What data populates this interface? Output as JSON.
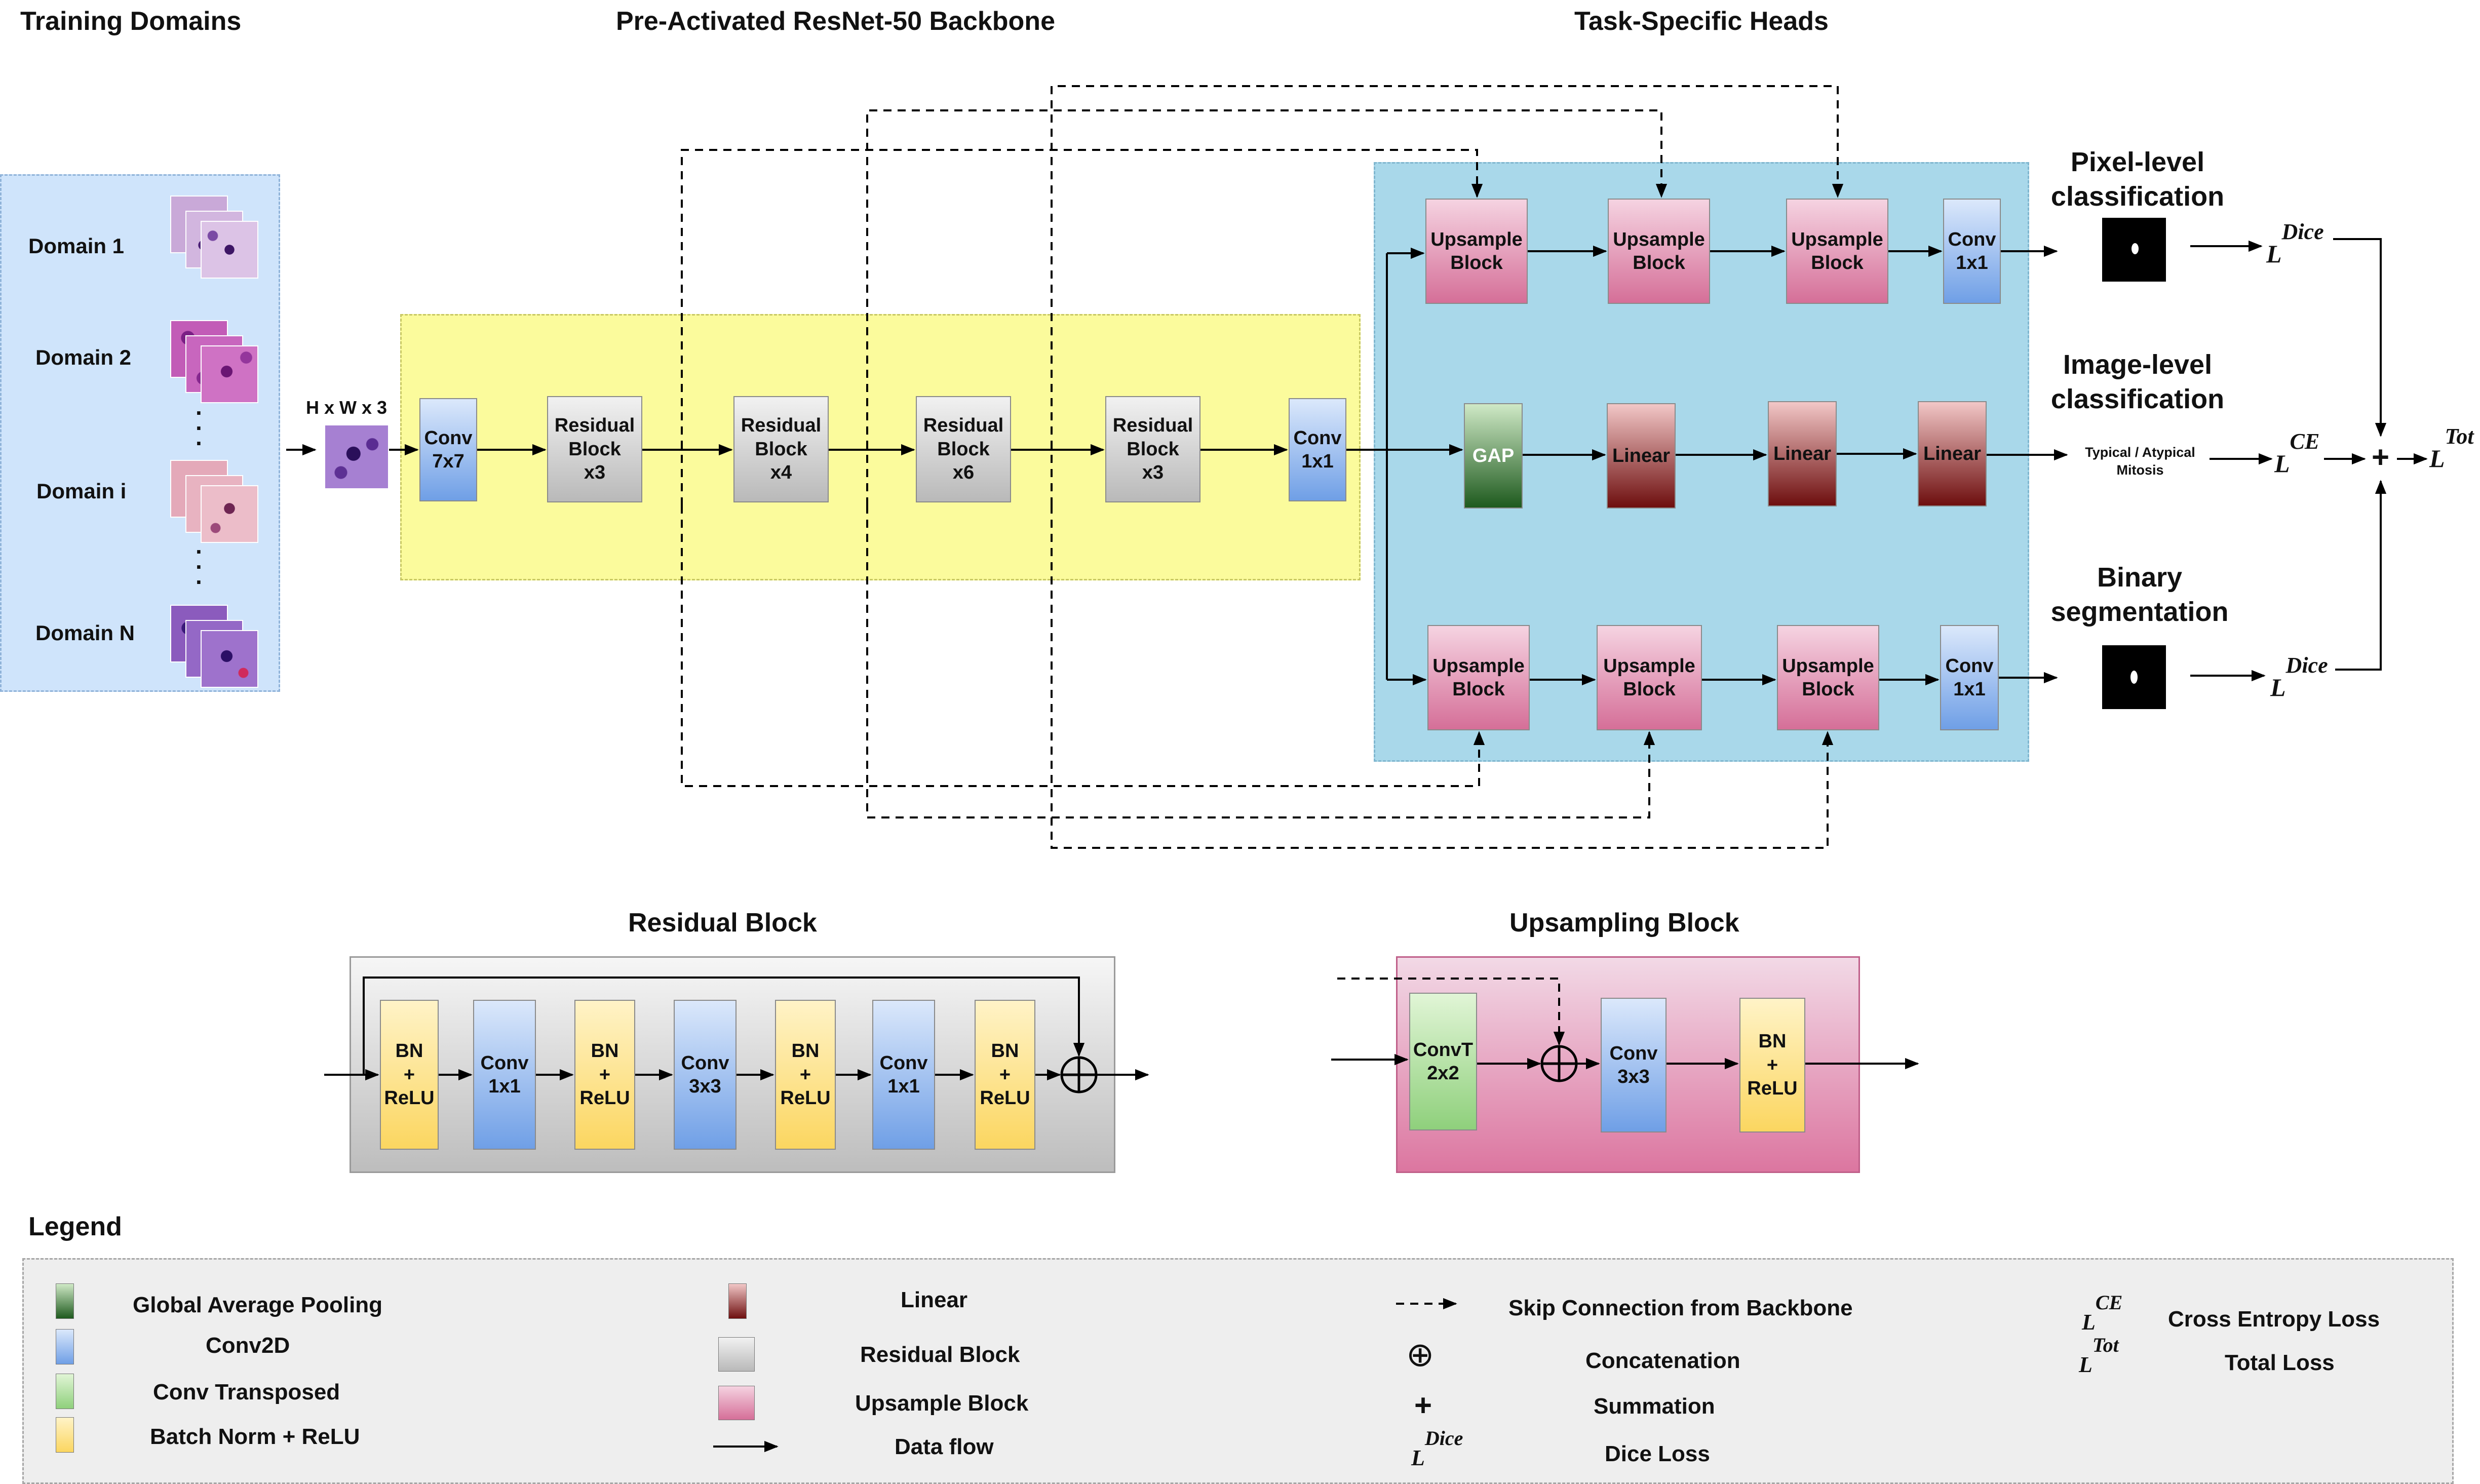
{
  "titles": {
    "training_domains": "Training Domains",
    "backbone": "Pre-Activated ResNet-50 Backbone",
    "heads": "Task-Specific Heads",
    "residual_block": "Residual Block",
    "upsampling_block": "Upsampling Block",
    "legend": "Legend"
  },
  "domains": [
    "Domain 1",
    "Domain 2",
    "Domain i",
    "Domain N"
  ],
  "input_size": "H x W x 3",
  "backbone_blocks": [
    "Conv\n7x7",
    "Residual\nBlock\nx3",
    "Residual\nBlock\nx4",
    "Residual\nBlock\nx6",
    "Residual\nBlock\nx3",
    "Conv\n1x1"
  ],
  "heads": {
    "pixel_label": "Pixel-level\nclassification",
    "image_label": "Image-level\nclassification",
    "binary_label": "Binary\nsegmentation",
    "upsample_block": "Upsample\nBlock",
    "conv_1x1": "Conv\n1x1",
    "gap": "GAP",
    "linear": "Linear",
    "classes_text": "Typical / Atypical\nMitosis"
  },
  "losses": {
    "dice": {
      "base": "L",
      "sup": "Dice"
    },
    "ce": {
      "base": "L",
      "sup": "CE"
    },
    "tot": {
      "base": "L",
      "sup": "Tot"
    },
    "plus": "+"
  },
  "residual_detail": [
    "BN\n+\nReLU",
    "Conv\n1x1",
    "BN\n+\nReLU",
    "Conv\n3x3",
    "BN\n+\nReLU",
    "Conv\n1x1",
    "BN\n+\nReLU"
  ],
  "upsampling_detail": [
    "ConvT\n2x2",
    "Conv\n3x3",
    "BN\n+\nReLU"
  ],
  "legend": {
    "col1": [
      "Global Average Pooling",
      "Conv2D",
      "Conv Transposed",
      "Batch Norm + ReLU"
    ],
    "col2": [
      "Linear",
      "Residual Block",
      "Upsample Block",
      "Data flow"
    ],
    "col3": [
      "Skip Connection from Backbone",
      "Concatenation",
      "Summation",
      "Dice Loss"
    ],
    "col4": [
      "Cross Entropy Loss",
      "Total Loss"
    ],
    "concat_symbol": "⊕",
    "plus_symbol": "+"
  },
  "colors": {
    "domain_panel": "#cfe4fb",
    "backbone_panel": "#fbfb9c",
    "heads_panel": "#a9d8ea",
    "residual_panel": "#c8c8c8",
    "upsampling_panel": "#e497b8",
    "legend_panel": "#eeeeee"
  }
}
